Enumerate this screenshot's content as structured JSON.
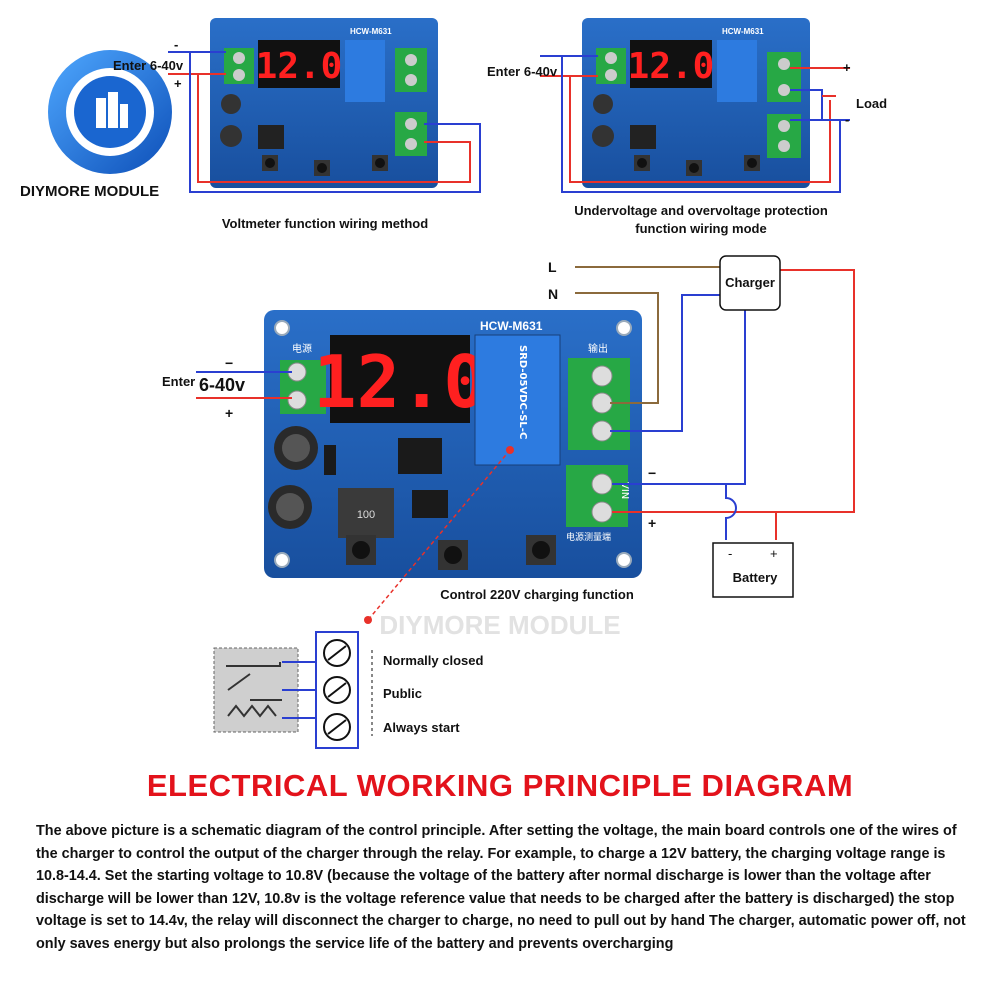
{
  "brand": {
    "name": "DIYMORE MODULE",
    "watermark": "DIYMORE MODULE"
  },
  "board": {
    "model": "HCW-M631",
    "display": "12.0",
    "power_label": "电源",
    "output_label": "输出",
    "measure_label": "电源测量端",
    "relay_text": "SRD-05VDC-SL-C",
    "inductor_value": "100",
    "vin_label": "VIN"
  },
  "top_left": {
    "caption": "Voltmeter function wiring method",
    "enter": "Enter 6-40v",
    "minus": "-",
    "plus": "+"
  },
  "top_right": {
    "caption_line1": "Undervoltage and overvoltage protection",
    "caption_line2": "function wiring mode",
    "enter": "Enter 6-40v",
    "load": "Load",
    "plus": "+",
    "minus": "-"
  },
  "main": {
    "enter": "Enter",
    "enter_range": "6-40v",
    "minus": "−",
    "plus": "+",
    "L": "L",
    "N": "N",
    "charger": "Charger",
    "battery": "Battery",
    "bat_minus": "-",
    "bat_plus": "+",
    "vin_minus": "−",
    "vin_plus": "+",
    "caption": "Control 220V charging function"
  },
  "relay_terms": {
    "nc": "Normally closed",
    "com": "Public",
    "no": "Always start"
  },
  "heading": "ELECTRICAL WORKING PRINCIPLE DIAGRAM",
  "description": "The above picture is a schematic diagram of the control principle. After setting the voltage, the main board  controls one of the wires of the charger to control the output of the charger through the relay. For example, to charge a 12V battery, the charging voltage range is 10.8-14.4. Set the starting voltage to 10.8V (because the voltage of the battery after normal discharge is lower than the voltage after discharge will be lower than 12V, 10.8v is the voltage reference value that needs to be charged after the battery is discharged) the stop voltage is set to 14.4v, the relay will disconnect the charger to charge, no need to pull out by hand The charger, automatic power off, not only saves energy but also prolongs the service life of the battery and prevents overcharging",
  "colors": {
    "board": "#1f5fb5",
    "display": "#ff2020",
    "terminal": "#27a845",
    "wire_red": "#e8312a",
    "wire_blue": "#2a3fd1",
    "wire_brown": "#8b6a3c",
    "heading": "#e3121b"
  }
}
